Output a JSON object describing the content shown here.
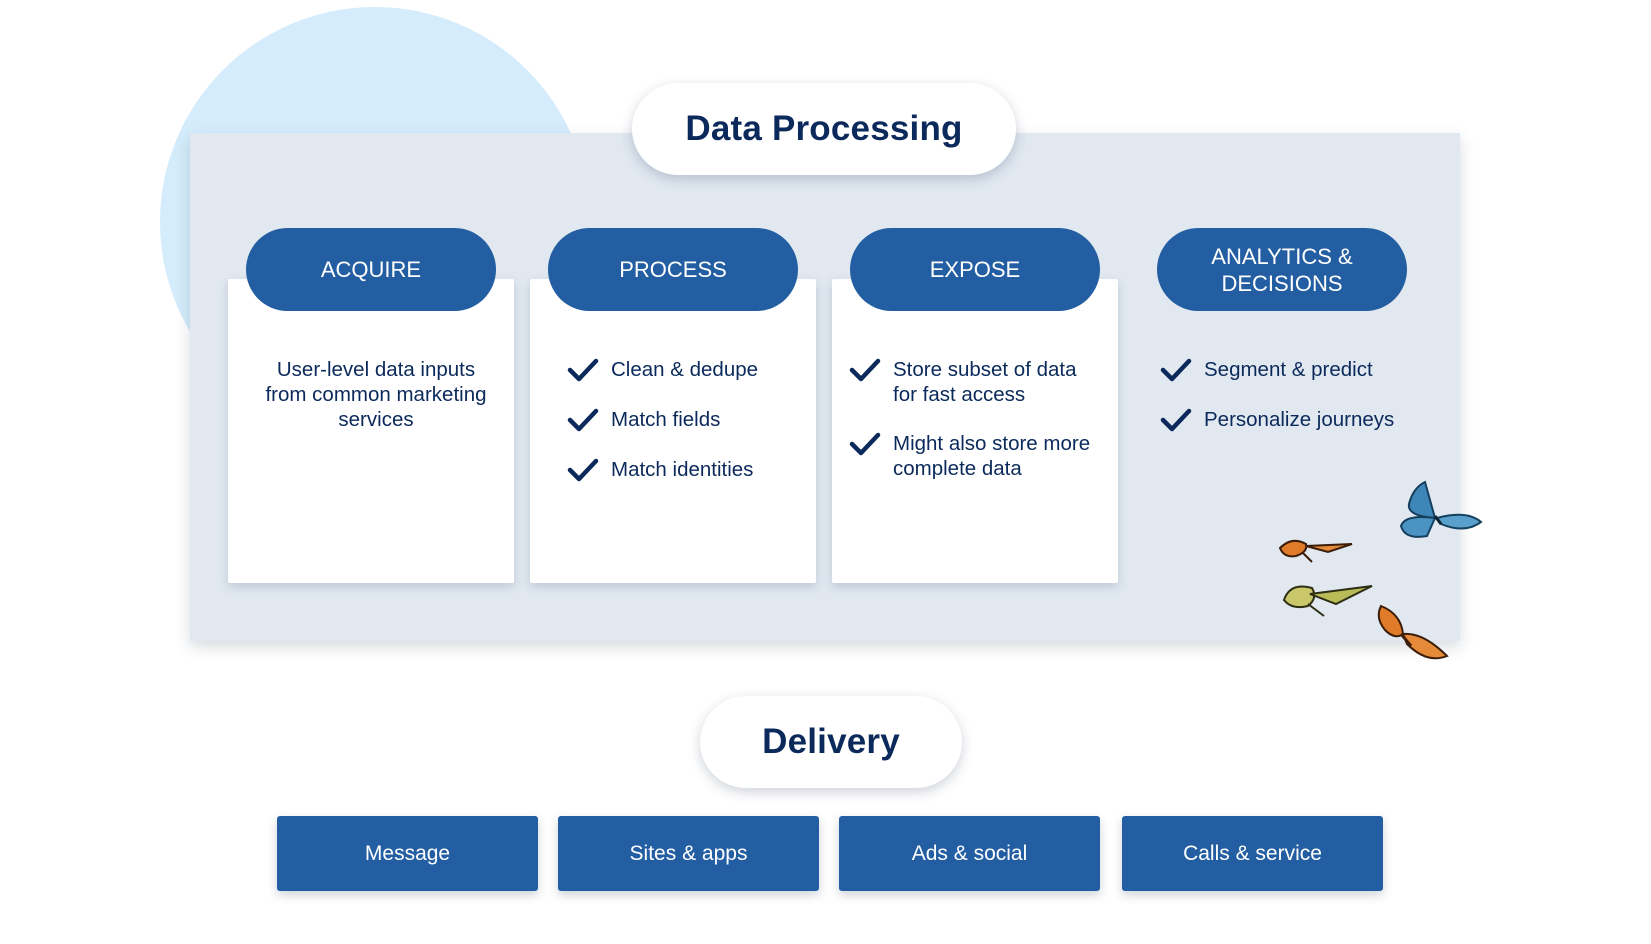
{
  "data_processing": {
    "title": "Data Processing",
    "stages": [
      {
        "label": "ACQUIRE",
        "description": "User-level data inputs from common marketing services"
      },
      {
        "label": "PROCESS",
        "items": [
          "Clean & dedupe",
          "Match fields",
          "Match identities"
        ]
      },
      {
        "label": "EXPOSE",
        "items": [
          "Store subset of data for fast access",
          "Might also store more complete data"
        ]
      },
      {
        "label": "ANALYTICS & DECISIONS",
        "items": [
          "Segment & predict",
          "Personalize journeys"
        ]
      }
    ]
  },
  "delivery": {
    "title": "Delivery",
    "channels": [
      "Message",
      "Sites & apps",
      "Ads & social",
      "Calls & service"
    ]
  },
  "colors": {
    "accent_blue": "#235ea3",
    "text_navy": "#0b2a5b",
    "panel_gray": "#e1e8f0",
    "circle_light_blue": "#d4ecfb"
  },
  "icons": {
    "check": "check-icon",
    "butterfly_blue": "blue-butterfly-icon",
    "butterfly_orange": "monarch-butterfly-icon",
    "butterfly_yellow": "swallowtail-butterfly-icon"
  }
}
